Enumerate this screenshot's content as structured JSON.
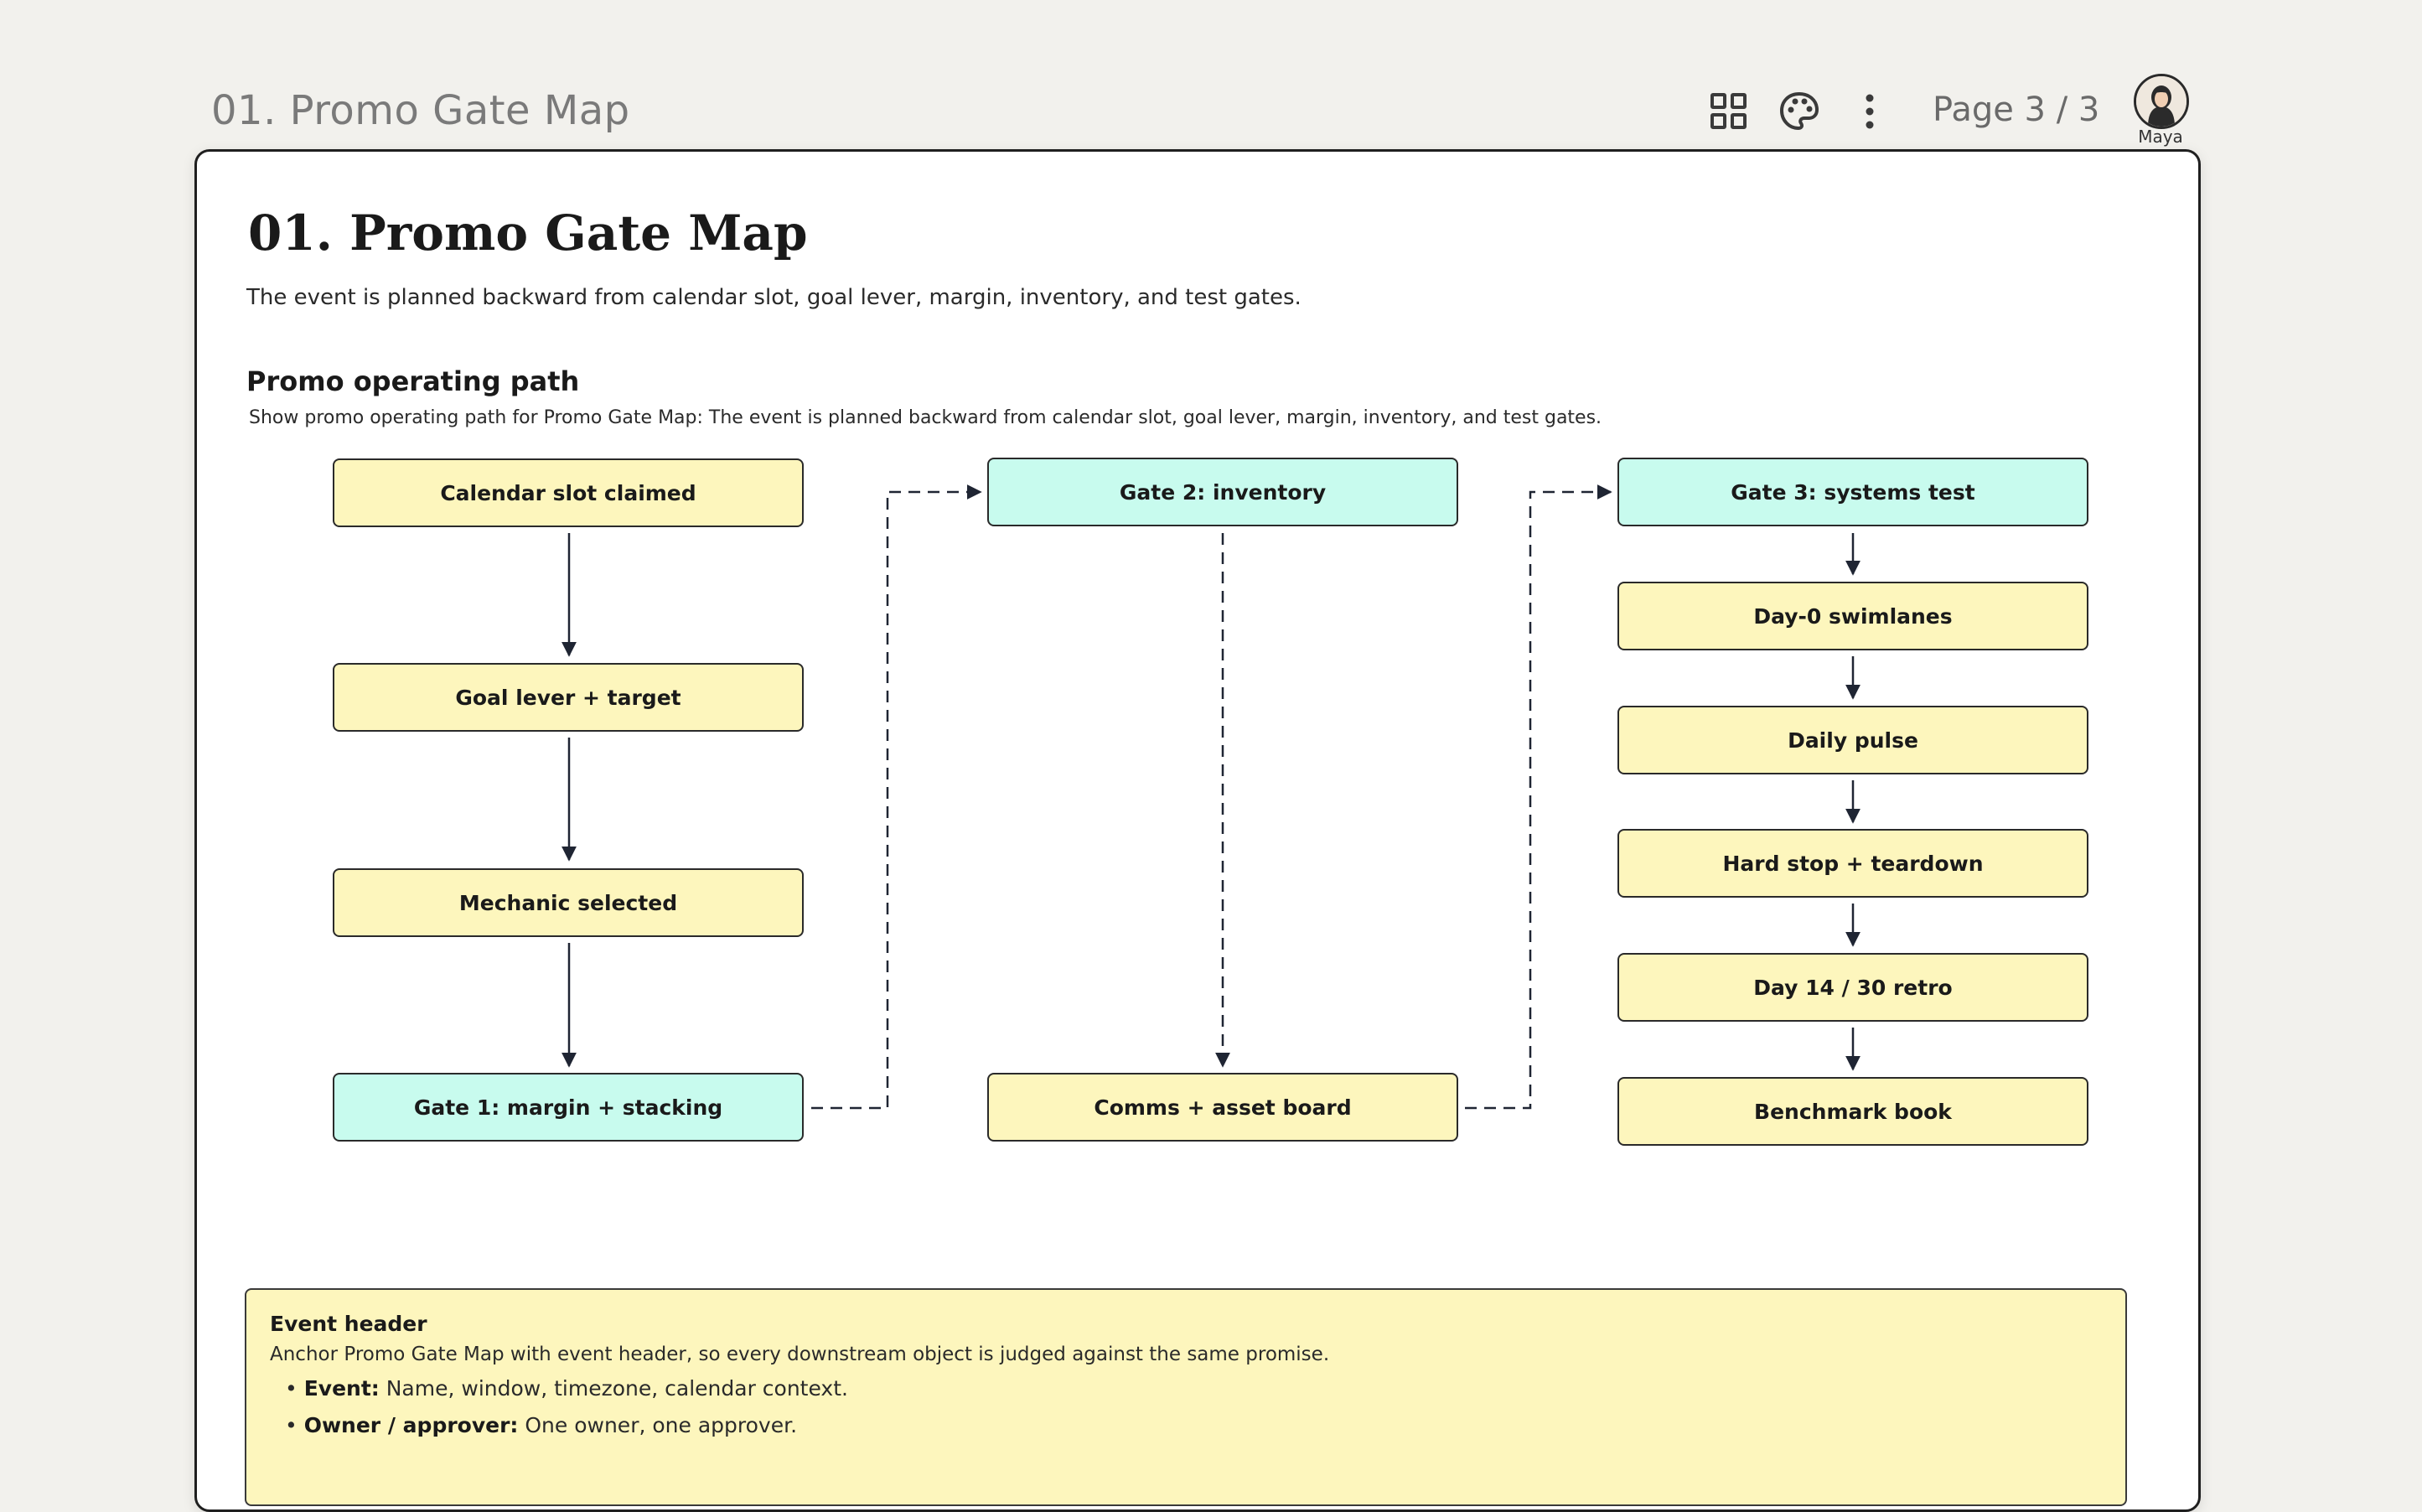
{
  "topbar": {
    "title": "01. Promo Gate Map",
    "page_indicator": "Page 3 / 3",
    "user": "Maya",
    "icons": [
      "grid-icon",
      "palette-icon",
      "more-vertical-icon"
    ]
  },
  "document": {
    "title": "01. Promo Gate Map",
    "subtitle": "The event is planned backward from calendar slot, goal lever, margin, inventory, and test gates."
  },
  "section": {
    "heading": "Promo operating path",
    "description": "Show promo operating path for Promo Gate Map: The event is planned backward from calendar slot, goal lever, margin, inventory, and test gates."
  },
  "flow": {
    "colors": {
      "step": "#fdf6bd",
      "gate": "#c8fbee",
      "line": "#1f2533"
    },
    "columns": [
      {
        "nodes": [
          "Calendar slot claimed",
          "Goal lever + target",
          "Mechanic selected",
          "Gate 1: margin + stacking"
        ]
      },
      {
        "nodes": [
          "Gate 2: inventory",
          "Comms + asset board"
        ]
      },
      {
        "nodes": [
          "Gate 3: systems test",
          "Day-0 swimlanes",
          "Daily pulse",
          "Hard stop + teardown",
          "Day 14 / 30 retro",
          "Benchmark book"
        ]
      }
    ]
  },
  "panel": {
    "title": "Event header",
    "description": "Anchor Promo Gate Map with event header, so every downstream object is judged against the same promise.",
    "items": [
      {
        "label": "Event:",
        "text": "Name, window, timezone, calendar context."
      },
      {
        "label": "Owner / approver:",
        "text": "One owner, one approver."
      }
    ]
  }
}
